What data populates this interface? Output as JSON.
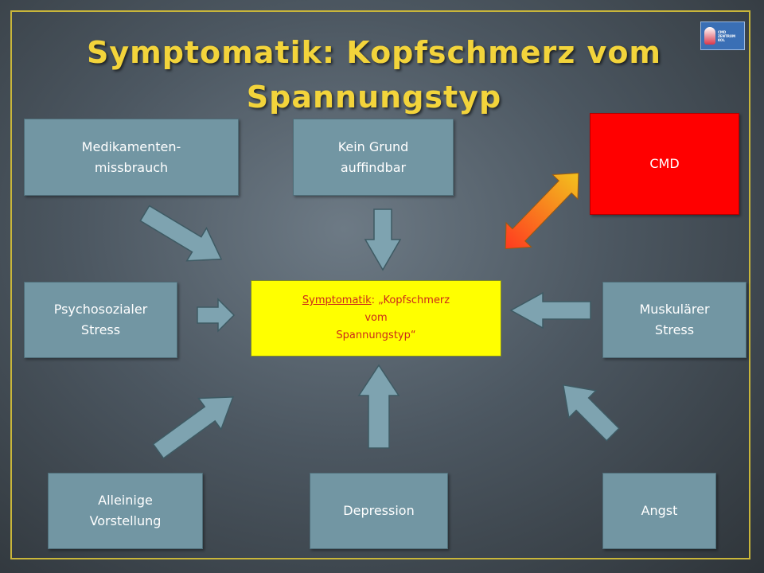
{
  "title": "Symptomatik: Kopfschmerz vom Spannungstyp",
  "logo": {
    "text": "CMD ZENTRUM KOL"
  },
  "center": {
    "underlined": "Symptomatik",
    "rest": ": „Kopfschmerz",
    "line2": "vom",
    "line3": "Spannungstyp“"
  },
  "boxes": {
    "medikamenten": "Medikamenten-\nmissbrauch",
    "kein_grund": "Kein Grund\nauffindbar",
    "cmd": "CMD",
    "psychosozial": "Psychosozialer\nStress",
    "muskulaer": "Muskulärer\nStress",
    "alleinige": "Alleinige\nVorstellung",
    "depression": "Depression",
    "angst": "Angst"
  },
  "colors": {
    "title": "#f3d43b",
    "box": "#7296a3",
    "center": "#ffff00",
    "center_text": "#cc2a1a",
    "cmd": "#ff0000",
    "arrow": "#7ea3b0",
    "frame": "#c9b63a"
  }
}
